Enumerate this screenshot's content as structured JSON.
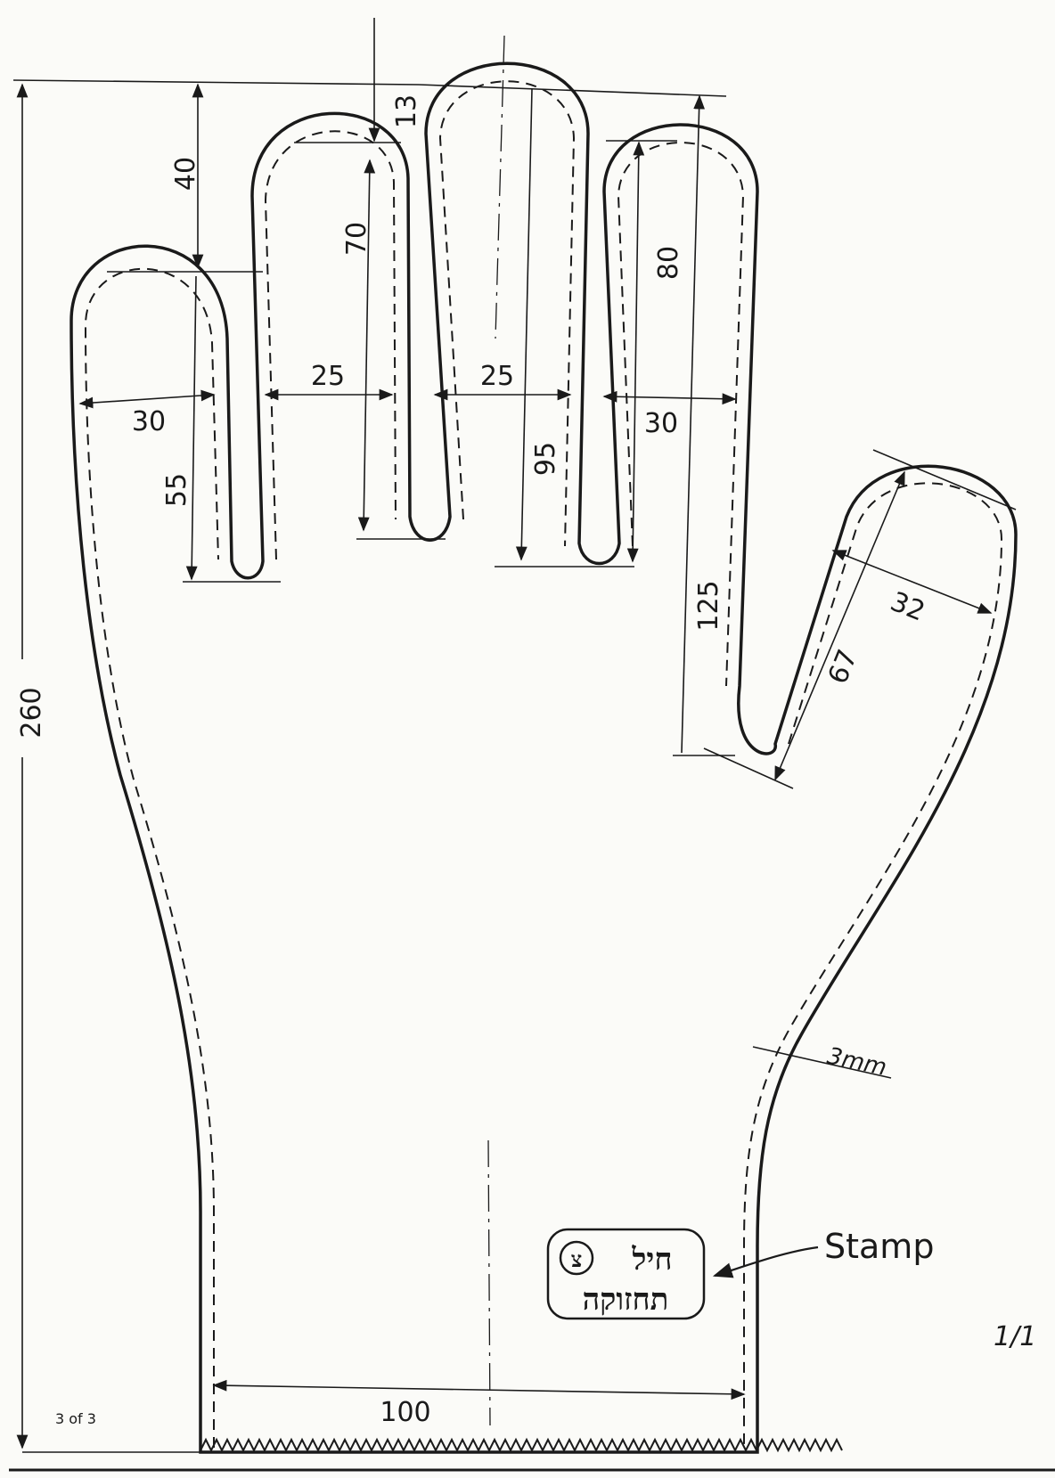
{
  "drawing": {
    "dimensions": {
      "overall_height": "260",
      "fingertip_40": "40",
      "fingertip_13": "13",
      "index_length": "70",
      "middle_length": "80",
      "gap_left": "25",
      "gap_right": "25",
      "pinky_width": "30",
      "ring_width": "30",
      "pinky_root": "55",
      "middle_root": "95",
      "thumb_root": "125",
      "thumb_width": "32",
      "thumb_length": "67",
      "wall_thickness": "3mm",
      "cuff_width": "100"
    },
    "stamp_label": "Stamp",
    "stamp": {
      "line1": "חיל",
      "symbol": "צ",
      "line2": "תחזוקה"
    },
    "sheet_number": "3 of 3",
    "page_fraction": "1/1"
  }
}
